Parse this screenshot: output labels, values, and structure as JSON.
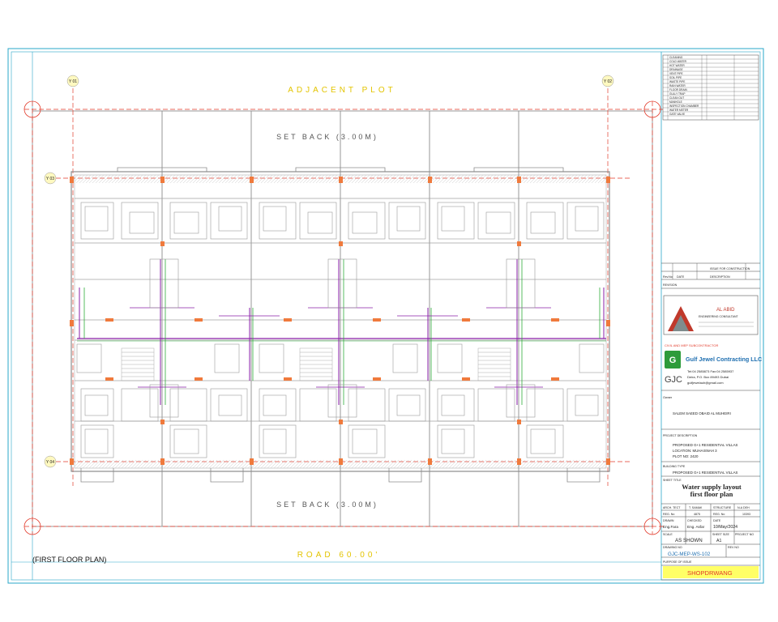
{
  "labels": {
    "adjacent": "ADJACENT PLOT",
    "setback_top": "SET BACK (3.00M)",
    "setback_bottom": "SET BACK (3.00M)",
    "road": "ROAD  60.00'",
    "plan_title": "(FIRST FLOOR PLAN)"
  },
  "grid_markers": [
    "Y 01",
    "Y 02",
    "Y 03",
    "Y 04"
  ],
  "legend_rows": [
    "CLEANING",
    "COLD WATER",
    "HOT WATER",
    "DRAINAGE",
    "VENT PIPE",
    "SOIL PIPE",
    "WASTE PIPE",
    "RAIN WATER",
    "FLOOR DRAIN",
    "GULLY TRAP",
    "CLEAN OUT",
    "MANHOLE",
    "INSPECTION CHAMBER",
    "WATER METER",
    "GATE VALVE"
  ],
  "title_block": {
    "revision_header": "REVISION",
    "rev_no": "Rev.No",
    "date_label": "DATE",
    "description_label": "DESCRIPTION",
    "issued_for": "ISSUE FOR CONSTRUCTION",
    "consultant_name": "AL ABID",
    "consultant_sub": "ENGINEERING CONSULTANT",
    "contractor_header": "CIVIL AND MEP SUBCONTRACTOR",
    "contractor_name": "Gulf Jewel Contracting LLC",
    "contractor_abbr": "GJC",
    "contractor_tel": "Tel:04 2585873 Fax:04 2585937",
    "contractor_address": "Deira, P.O. Box 89493 Dubai",
    "contractor_email": "gulfjewelauh@gmail.com",
    "owner_label": "Owner",
    "owner_name": "SALEM SAEED OBAID AL MUHEIRI",
    "project_label": "PROJECT DESCRIPTION",
    "project_line1": "PROPOSED G+1 RESIDENTIAL VILLAS",
    "project_line2": "LOCATION: MUHAISNAH 3",
    "project_line3": "PLOT NO: 2420",
    "building_label": "BUILDING TYPE",
    "building_value": "PROPOSED G+1 RESIDENTIAL VILLAS",
    "sheet_title_label": "SHEET TITLE",
    "sheet_title_line1": "Water supply layout",
    "sheet_title_line2": "first floor plan",
    "arch_label": "ARCH. TECT",
    "arch_value": "T. SAMAK",
    "struct_label": "STRUCTURE",
    "struct_value": "N-A DEH",
    "reg_label": "REG. No",
    "reg_value1": "4875",
    "reg_value2": "10393",
    "drawn_label": "DRAWN",
    "drawn_value": "Eng.Fara",
    "checked_label": "CHECKED",
    "checked_value": "Eng. Asfar",
    "date_label2": "DATE",
    "date_value": "10/May/2024",
    "scale_label": "SCALE",
    "scale_value": "AS SHOWN",
    "sheet_size_label": "SHEET SIZE",
    "sheet_size_value": "A1",
    "project_no_label": "PROJECT NO",
    "drawing_no_label": "DRAWING NO",
    "drawing_no_value": "GJC-MEP-WS-102",
    "rev_no_label": "REV NO",
    "purpose_label": "PURPOSE OF ISSUE",
    "purpose_value": "SHOPDRWANG"
  },
  "colors": {
    "cad_cyan": "#2aa7c9",
    "wall_gray": "#8c8c8c",
    "column_orange": "#f07a3c",
    "water_purple": "#8a1fa8",
    "pipe_green": "#2fae3b",
    "label_yellow": "#e3c400",
    "accent_red": "#e23a2a",
    "logo_green": "#2d9b3a"
  }
}
